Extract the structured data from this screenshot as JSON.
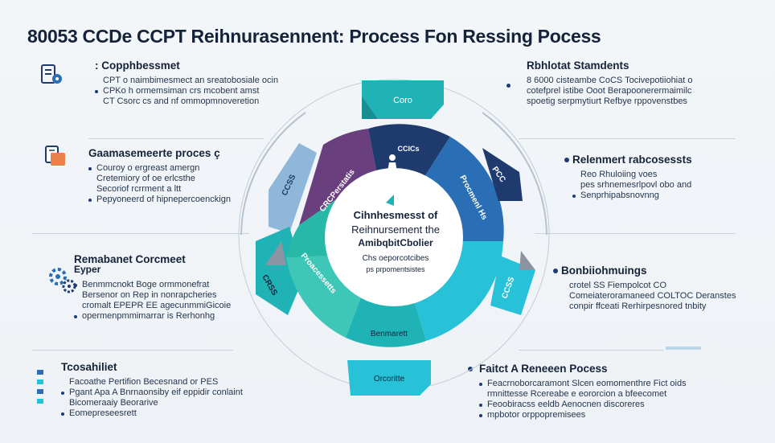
{
  "title": "80053 CCDe CCPT Reihnurasennent: Process Fon Ressing Pocess",
  "center": {
    "line1": "Cihnhesmesst of",
    "line2": "Reihnursement the",
    "line3": "AmibqbitCbolier",
    "line4": "Chs oeporcotcibes",
    "line5": "ps prpomentsistes"
  },
  "segments": {
    "top_tab": "Coro",
    "ring_top": "CCICs",
    "left_purple": "CRCPerstatis",
    "left_small": "CCSS",
    "right_navy": "PCC",
    "right_blue": "Procmenl Hs",
    "right_small": "CCSS",
    "left_teal": "Proacessetts",
    "left_teal_small": "CRSS",
    "bottom_teal": "Benmarett",
    "bottom_tab": "Orcoritte"
  },
  "blocks": {
    "top_left": {
      "heading": ": Copphbessmet",
      "lines": [
        "CPT o naimbimesmect an sreatobosiale ocin",
        "CPKo h ormemsiman crs mcobent amst",
        "CT Csorc cs and nf ommopmnoveretion"
      ]
    },
    "mid_left": {
      "heading": "Gaamasemeerte proces ç",
      "lines": [
        "Couroy o ergreast amergn",
        "Cretemiory of oe erlcsthe",
        "Secoriof rcrrment a ltt",
        "Pepyoneerd of hipnepercoenckign"
      ]
    },
    "lower_left": {
      "heading": "Remabanet Corcmeet",
      "subheading": "Eyper",
      "lines": [
        "Benmmcnokt Boge ormmonefrat",
        "Bersenor on Rep in nonrapcheries",
        "cromalt EPEPR EE agecunmmiGicoie",
        "opermenpmmimarrar is Rerhonhg"
      ]
    },
    "bottom_left": {
      "heading": "Tcosahiliet",
      "lines": [
        "Facoathe Pertifion Becesnand or PES",
        "Pgant Apa A Bnrnaonsiby eif eppidir conlaint",
        "Bicomeraaiy Beorarive",
        "Eomepreseesrett"
      ]
    },
    "top_right": {
      "heading": "Rbhlotat Stamdents",
      "lines": [
        "8 6000 cisteambe CoCS Tocivepotiiohiat o",
        "cotefprel istibe Ooot Berapoonerermaimilc",
        "spoetig serpmytiurt Refbye rppovenstbes"
      ]
    },
    "mid_right": {
      "heading": "Relenmert rabcosessts",
      "lines": [
        "Reo Rhuloiing voes",
        "pes srhnemesrlpovl obo and",
        "Senprhipabsnovnng"
      ]
    },
    "lower_right": {
      "heading": "Bonbiiohmuings",
      "lines": [
        "crotel SS Fiempolcot CO",
        "Comeiateroramaneed COLTOC Deranstes",
        "conpir ffceati Rerhirpesnored tnbity"
      ]
    },
    "bottom_right": {
      "heading": "Faitct A Reneeen Pocess",
      "lines": [
        "Feacrnoborcaramont Slcen eomomenthre Fict oids",
        "rmnittesse Rcereabe e eororcion a bfeecomet",
        "Feoobiracss eeldb Aenocnen discoreres",
        "mpbotor orppopremisees"
      ]
    }
  },
  "colors": {
    "navy": "#1f3b6e",
    "blue": "#2a6fb5",
    "teal": "#1fb3b5",
    "cyan": "#27c2d8",
    "purple": "#6a3f7e",
    "light_blue": "#8fb7d9",
    "grey": "#8a94a3"
  }
}
